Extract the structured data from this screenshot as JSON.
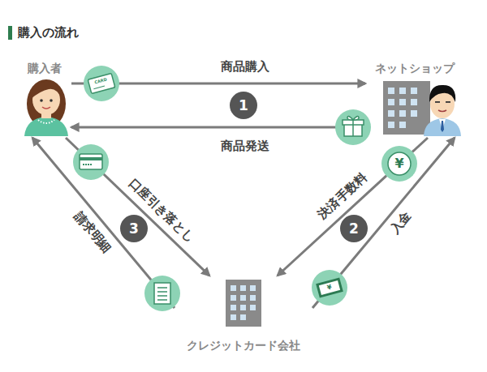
{
  "diagram": {
    "title": "購入の流れ",
    "nodes": [
      {
        "text": [
          "購入者"
        ]
      },
      {
        "text": [
          "ネットショップ"
        ]
      },
      {
        "text": [
          "クレジットカード会社"
        ]
      }
    ],
    "edges": [
      {
        "from": 0,
        "to": 1,
        "label": "商品購入",
        "arrow": "to"
      },
      {
        "from": 1,
        "to": 0,
        "label": "商品発送",
        "arrow": "to"
      },
      {
        "from": 1,
        "to": 2,
        "label": "決済手数料",
        "arrow": "to"
      },
      {
        "from": 2,
        "to": 1,
        "label": "入金",
        "arrow": "to"
      },
      {
        "from": 0,
        "to": 2,
        "label": "口座引き落とし",
        "arrow": "to"
      },
      {
        "from": 2,
        "to": 0,
        "label": "請求明細",
        "arrow": "to"
      }
    ],
    "labels": [
      "1",
      "2",
      "3",
      "CARD",
      "¥",
      "¥"
    ]
  }
}
